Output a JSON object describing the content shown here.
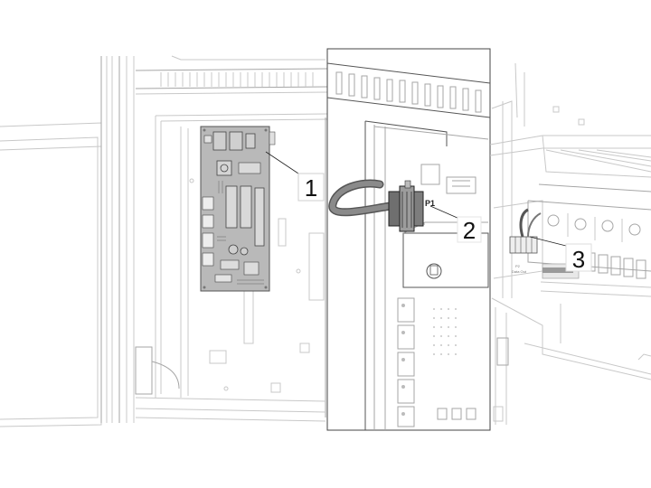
{
  "callouts": {
    "c1": "1",
    "c2": "2",
    "c3": "3"
  },
  "labels": {
    "p1": "P1"
  },
  "colors": {
    "board_fill": "#b9b9b9",
    "cable": "#8a8a8a",
    "line_light": "#c8c8c8",
    "line_dark": "#555555"
  },
  "icons": {
    "control_board": "circuit-board",
    "cable": "ribbon-cable",
    "connector": "plug-connector"
  }
}
